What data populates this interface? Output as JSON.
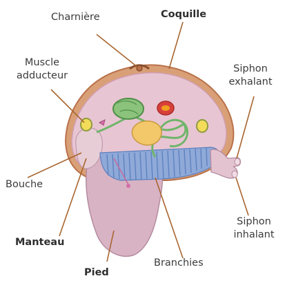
{
  "labels": {
    "charniere": "Charnière",
    "coquille": "Coquille",
    "muscle_line1": "Muscle",
    "muscle_line2": "adducteur",
    "siphon_exh_line1": "Siphon",
    "siphon_exh_line2": "exhalant",
    "bouche": "Bouche",
    "manteau": "Manteau",
    "siphon_inh_line1": "Siphon",
    "siphon_inh_line2": "inhalant",
    "branchies": "Branchies",
    "pied": "Pied"
  },
  "colors": {
    "shell_outer": "#d9a077",
    "shell_edge": "#b9714a",
    "body": "#e7cdd6",
    "body_stroke": "#bf9aab",
    "foot": "#d8b3c4",
    "gill": "#8fa9d8",
    "gill_stripe": "#5b7fbe",
    "green": "#6fb56a",
    "yellow": "#f2dc5a",
    "red": "#d8403a",
    "leader": "#a8652f"
  }
}
